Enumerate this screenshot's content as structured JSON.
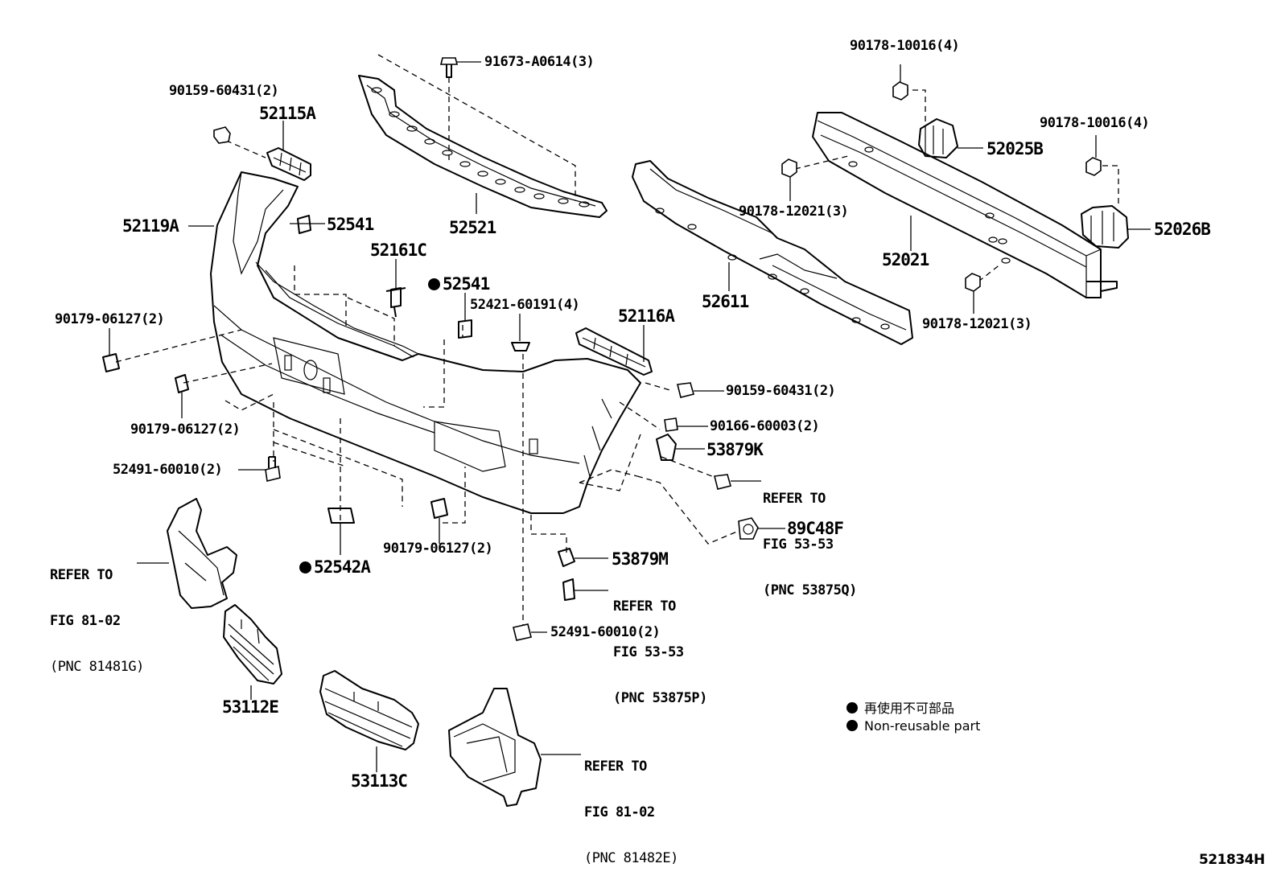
{
  "labels": {
    "p91673": "91673-A0614(3)",
    "p90178_top": "90178-10016(4)",
    "p90159_top": "90159-60431(2)",
    "p52115A": "52115A",
    "p90178_right": "90178-10016(4)",
    "p52025B": "52025B",
    "p52119A": "52119A",
    "p52541": "52541",
    "p52521": "52521",
    "p90178_12021_a": "90178-12021(3)",
    "p52026B": "52026B",
    "p52161C": "52161C",
    "p52021": "52021",
    "p52541_b": "52541",
    "p52421": "52421-60191(4)",
    "p52611": "52611",
    "p90179_a": "90179-06127(2)",
    "p90178_12021_b": "90178-12021(3)",
    "p52116A": "52116A",
    "p90159_b": "90159-60431(2)",
    "p90179_b": "90179-06127(2)",
    "p90166": "90166-60003(2)",
    "p53879K": "53879K",
    "p52491_a": "52491-60010(2)",
    "p89C48F": "89C48F",
    "p90179_c": "90179-06127(2)",
    "p53879M": "53879M",
    "p52542A": "52542A",
    "p52491_b": "52491-60010(2)",
    "p53112E": "53112E",
    "p53113C": "53113C"
  },
  "notes": {
    "fig53_q": [
      "REFER TO",
      "FIG 53-53",
      "(PNC 53875Q)"
    ],
    "fig53_p": [
      "REFER TO",
      "FIG 53-53",
      "(PNC 53875P)"
    ],
    "fig81_g": [
      "REFER TO",
      "FIG 81-02",
      "(PNC 81481G)"
    ],
    "fig81_e": [
      "REFER TO",
      "FIG 81-02",
      "(PNC 81482E)"
    ]
  },
  "legend": {
    "jp": "再使用不可部品",
    "en": "Non-reusable part"
  },
  "figure_id": "521834H"
}
